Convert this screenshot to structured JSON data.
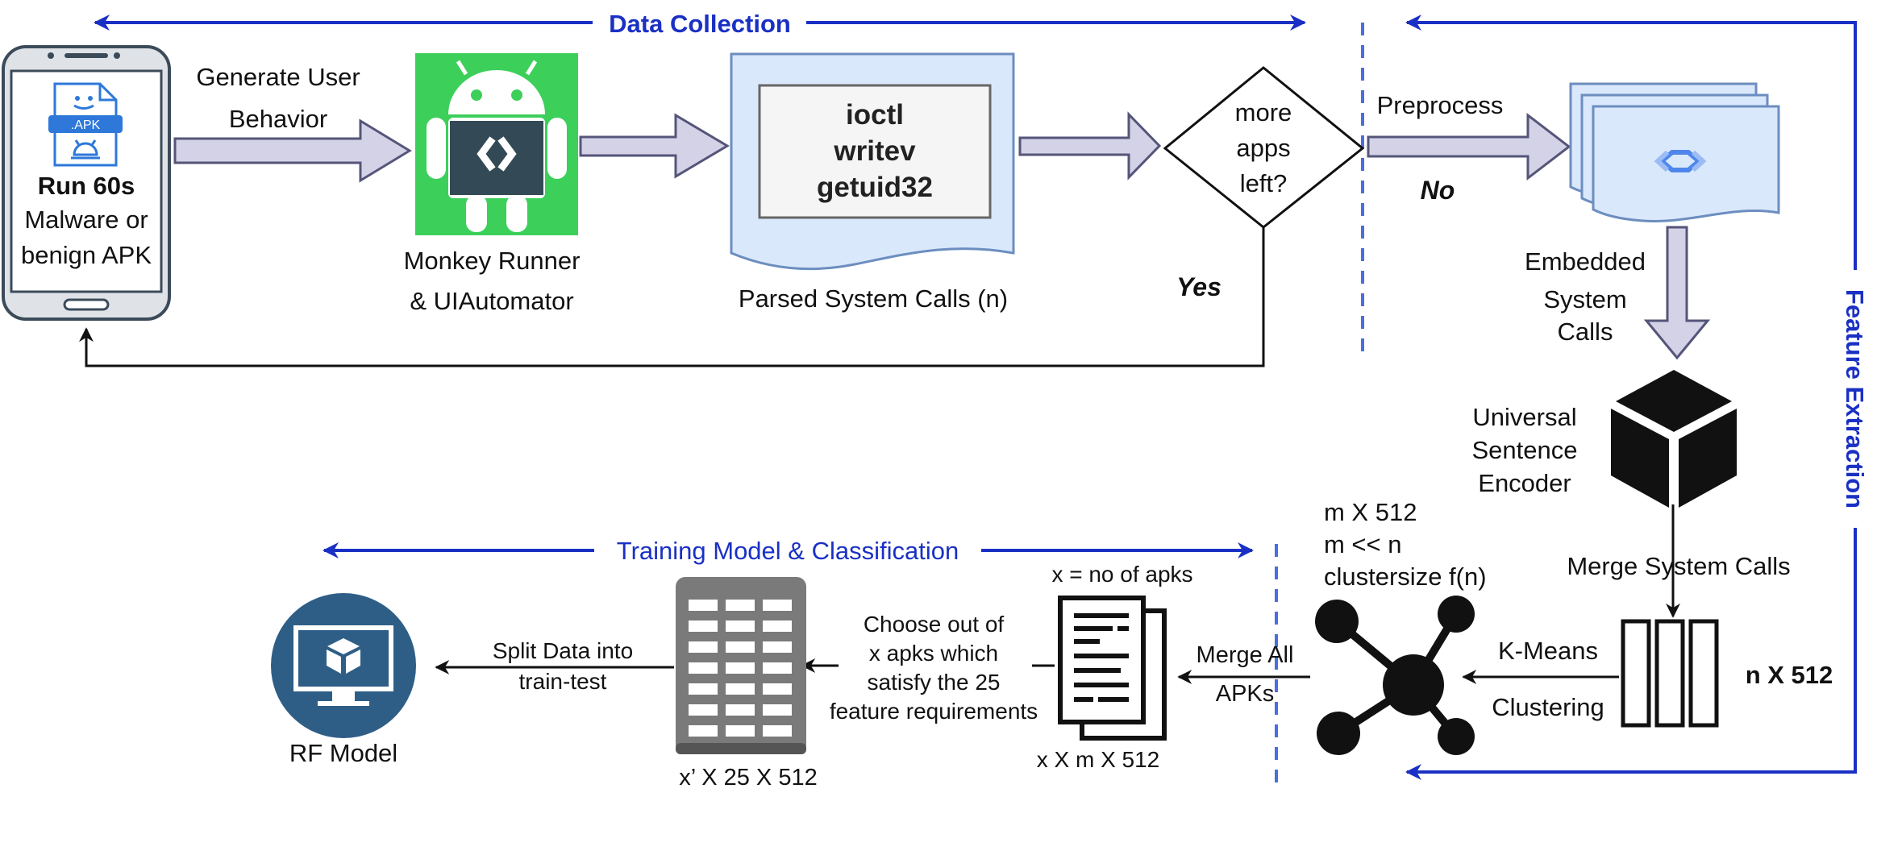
{
  "colors": {
    "accent_blue": "#1a30c4",
    "arrow_fill": "#d4d2e6",
    "arrow_stroke": "#55557a",
    "android_green": "#3ccf5a",
    "doc_fill": "#dae8fc",
    "doc_stroke": "#6c8ebf",
    "navy": "#2e5e86",
    "gray_server": "#7a7a7a",
    "black": "#111111"
  },
  "icons": {
    "phone": "smartphone-icon",
    "apk": "apk-file-icon",
    "android": "android-robot-icon",
    "doc": "document-icon",
    "cloud": "cloud-logo-icon",
    "cube": "cube-icon",
    "network": "cluster-network-icon",
    "vectors": "vector-columns-icon",
    "report": "report-document-icon",
    "server": "server-rack-icon",
    "monitor": "monitor-cube-icon"
  },
  "sections": {
    "data_collection": "Data Collection",
    "feature_extraction": "Feature Extraction",
    "training": "Training Model & Classification"
  },
  "phone": {
    "apk_badge": ".APK",
    "run_label": "Run 60s",
    "line2": "Malware or",
    "line3": "benign APK"
  },
  "arrow_labels": {
    "generate_line1": "Generate User",
    "generate_line2": "Behavior",
    "preprocess": "Preprocess",
    "no": "No",
    "yes": "Yes",
    "embedded_line1": "Embedded",
    "embedded_line2": "System",
    "embedded_line3": "Calls",
    "merge_system_calls": "Merge System Calls",
    "kmeans_line1": "K-Means",
    "kmeans_line2": "Clustering",
    "merge_all_line1": "Merge All",
    "merge_all_line2": "APKs",
    "choose_line1": "Choose out of",
    "choose_line2": "x apks which",
    "choose_line3": "satisfy the 25",
    "choose_line4": "feature requirements",
    "split_line1": "Split Data into",
    "split_line2": "train-test"
  },
  "monkey": {
    "line1": "Monkey Runner",
    "line2": "& UIAutomator"
  },
  "syscalls": {
    "items": [
      "ioctl",
      "writev",
      "getuid32"
    ],
    "caption": "Parsed System Calls (n)"
  },
  "decision": {
    "line1": "more",
    "line2": "apps",
    "line3": "left?"
  },
  "encoder": {
    "line1": "Universal",
    "line2": "Sentence",
    "line3": "Encoder"
  },
  "cluster_info": {
    "line1": "m X 512",
    "line2": "m << n",
    "line3": "clustersize f(n)"
  },
  "dims": {
    "n_x_512": "n X 512",
    "x_apks": "x = no of apks",
    "x_m_512": "x X m X 512",
    "x_prime": "x’ X 25 X 512"
  },
  "model": {
    "label": "RF Model"
  }
}
